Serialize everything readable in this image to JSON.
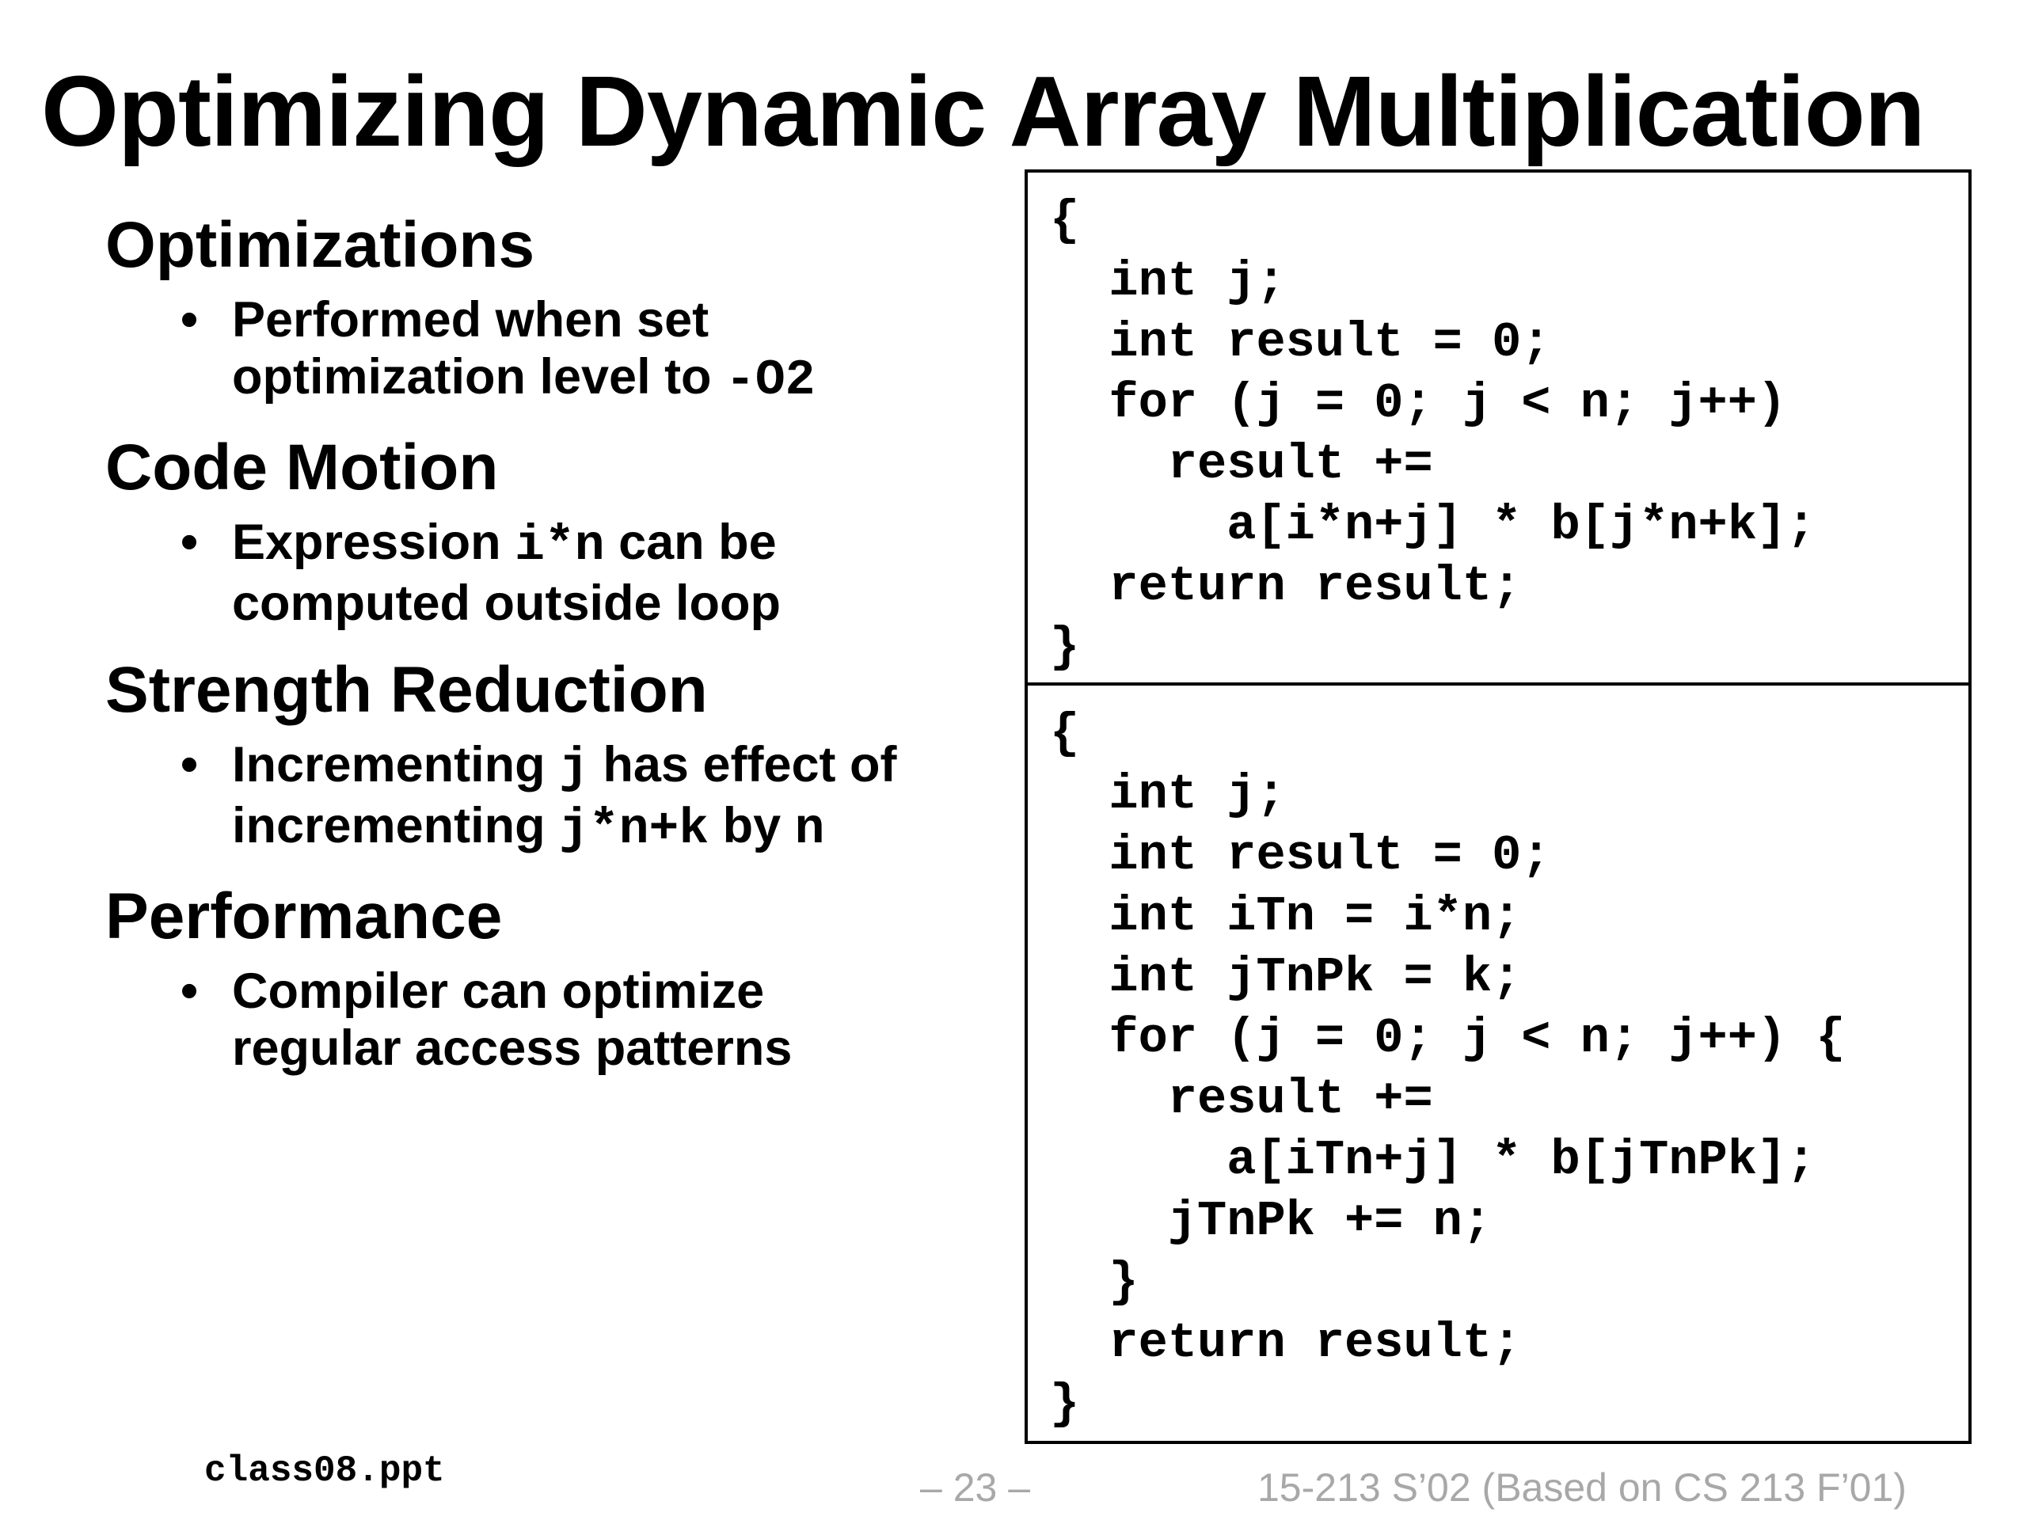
{
  "slide": {
    "title": "Optimizing Dynamic Array Multiplication"
  },
  "sections": [
    {
      "heading": "Optimizations",
      "bullet": [
        [
          {
            "t": "Performed when set"
          }
        ],
        [
          {
            "t": "optimization level to "
          },
          {
            "t": "-O2",
            "mono": true
          }
        ]
      ]
    },
    {
      "heading": "Code Motion",
      "bullet": [
        [
          {
            "t": "Expression "
          },
          {
            "t": "i*n",
            "mono": true
          },
          {
            "t": " can be"
          }
        ],
        [
          {
            "t": "computed outside loop"
          }
        ]
      ]
    },
    {
      "heading": "Strength Reduction",
      "bullet": [
        [
          {
            "t": "Incrementing "
          },
          {
            "t": "j",
            "mono": true
          },
          {
            "t": " has effect of"
          }
        ],
        [
          {
            "t": "incrementing "
          },
          {
            "t": "j*n+k",
            "mono": true
          },
          {
            "t": " by "
          },
          {
            "t": "n",
            "mono": true
          }
        ]
      ]
    },
    {
      "heading": "Performance",
      "bullet": [
        [
          {
            "t": "Compiler can optimize"
          }
        ],
        [
          {
            "t": "regular access patterns"
          }
        ]
      ]
    }
  ],
  "bullet_symbol": "•",
  "code": {
    "original": [
      "{",
      "  int j;",
      "  int result = 0;",
      "  for (j = 0; j < n; j++)",
      "    result +=",
      "      a[i*n+j] * b[j*n+k];",
      "  return result;",
      "}"
    ],
    "optimized": [
      "{",
      "  int j;",
      "  int result = 0;",
      "  int iTn = i*n;",
      "  int jTnPk = k;",
      "  for (j = 0; j < n; j++) {",
      "    result +=",
      "      a[iTn+j] * b[jTnPk];",
      "    jTnPk += n;",
      "  }",
      "  return result;",
      "}"
    ]
  },
  "footer": {
    "filename": "class08.ppt",
    "page": "– 23 –",
    "course": "15-213 S’02 (Based on CS 213 F’01)"
  }
}
